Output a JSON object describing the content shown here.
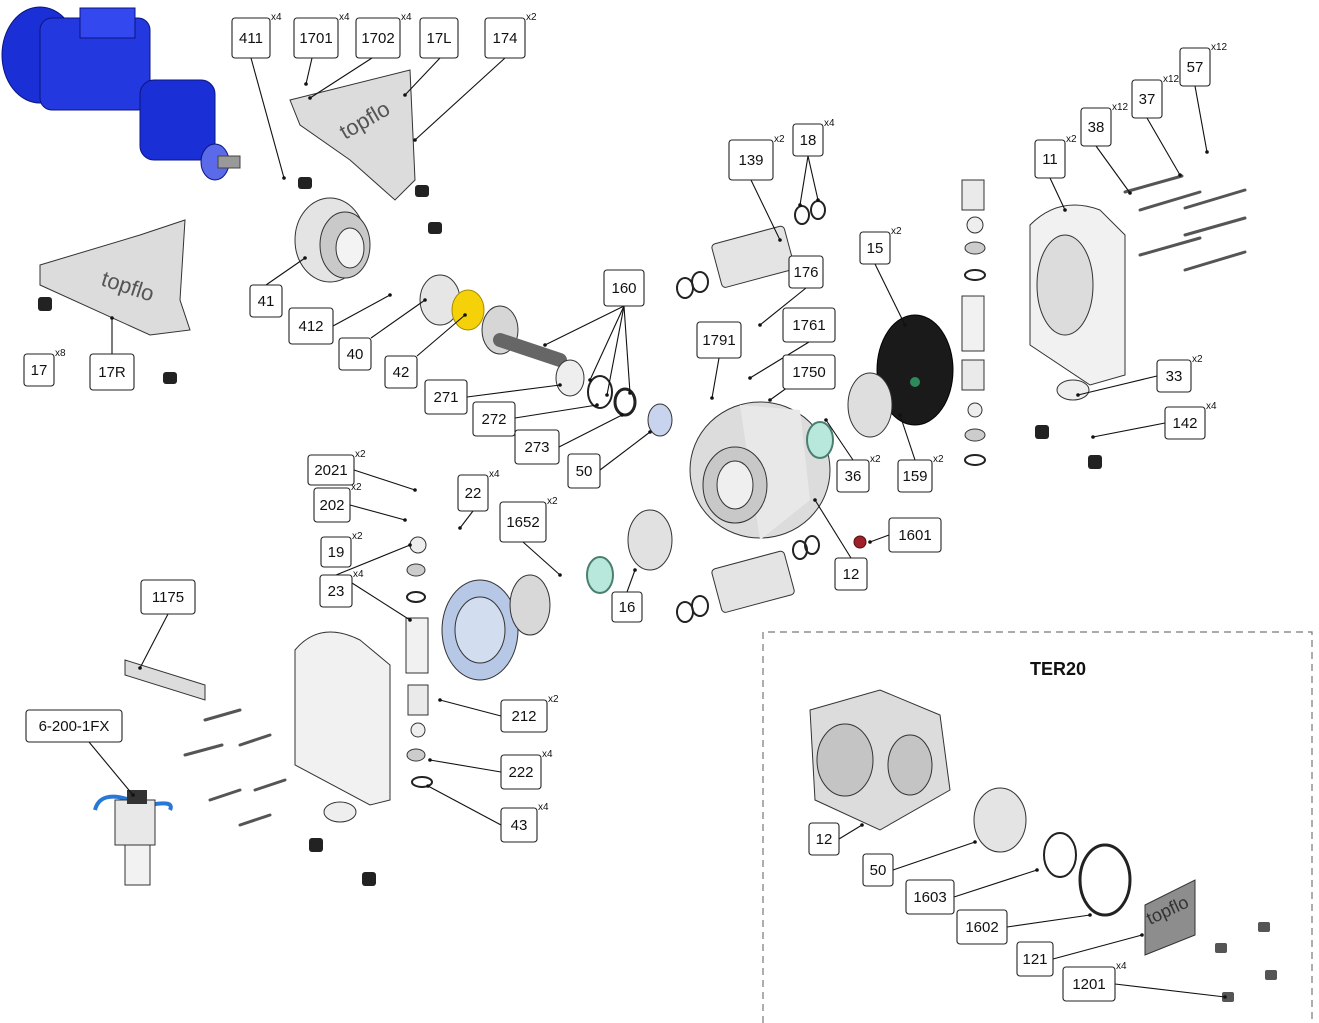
{
  "inset": {
    "title": "TER20"
  },
  "callouts": [
    {
      "id": "411",
      "qty": "x4"
    },
    {
      "id": "1701",
      "qty": "x4"
    },
    {
      "id": "1702",
      "qty": "x4"
    },
    {
      "id": "17L",
      "qty": ""
    },
    {
      "id": "174",
      "qty": "x2"
    },
    {
      "id": "41",
      "qty": ""
    },
    {
      "id": "412",
      "qty": ""
    },
    {
      "id": "40",
      "qty": ""
    },
    {
      "id": "42",
      "qty": ""
    },
    {
      "id": "17",
      "qty": "x8"
    },
    {
      "id": "17R",
      "qty": ""
    },
    {
      "id": "160",
      "qty": ""
    },
    {
      "id": "271",
      "qty": ""
    },
    {
      "id": "272",
      "qty": ""
    },
    {
      "id": "273",
      "qty": ""
    },
    {
      "id": "50",
      "qty": ""
    },
    {
      "id": "139",
      "qty": "x2"
    },
    {
      "id": "18",
      "qty": "x4"
    },
    {
      "id": "176",
      "qty": ""
    },
    {
      "id": "1761",
      "qty": ""
    },
    {
      "id": "1791",
      "qty": ""
    },
    {
      "id": "1750",
      "qty": ""
    },
    {
      "id": "15",
      "qty": "x2"
    },
    {
      "id": "11",
      "qty": "x2"
    },
    {
      "id": "38",
      "qty": "x12"
    },
    {
      "id": "37",
      "qty": "x12"
    },
    {
      "id": "57",
      "qty": "x12"
    },
    {
      "id": "33",
      "qty": "x2"
    },
    {
      "id": "142",
      "qty": "x4"
    },
    {
      "id": "36",
      "qty": "x2"
    },
    {
      "id": "159",
      "qty": "x2"
    },
    {
      "id": "12",
      "qty": ""
    },
    {
      "id": "1601",
      "qty": ""
    },
    {
      "id": "2021",
      "qty": "x2"
    },
    {
      "id": "202",
      "qty": "x2"
    },
    {
      "id": "19",
      "qty": "x2"
    },
    {
      "id": "22",
      "qty": "x4"
    },
    {
      "id": "23",
      "qty": "x4"
    },
    {
      "id": "1652",
      "qty": "x2"
    },
    {
      "id": "16",
      "qty": ""
    },
    {
      "id": "1175",
      "qty": ""
    },
    {
      "id": "6-200-1FX",
      "qty": ""
    },
    {
      "id": "212",
      "qty": "x2"
    },
    {
      "id": "222",
      "qty": "x4"
    },
    {
      "id": "43",
      "qty": "x4"
    },
    {
      "id": "12",
      "qty": ""
    },
    {
      "id": "50",
      "qty": ""
    },
    {
      "id": "1603",
      "qty": ""
    },
    {
      "id": "1602",
      "qty": ""
    },
    {
      "id": "121",
      "qty": ""
    },
    {
      "id": "1201",
      "qty": "x4"
    }
  ],
  "logos": [
    "topflo",
    "topflo",
    "topflo"
  ],
  "colors": {
    "motor": "#1b2fd6",
    "coupling": "#f5d10a",
    "diaphragm": "#1a1a1a",
    "hose": "#2a78d6",
    "ring": "#b8e8dc",
    "seat_plate": "#b7c8e6",
    "plug": "#a0202a",
    "frame": "#dcdcdc"
  }
}
